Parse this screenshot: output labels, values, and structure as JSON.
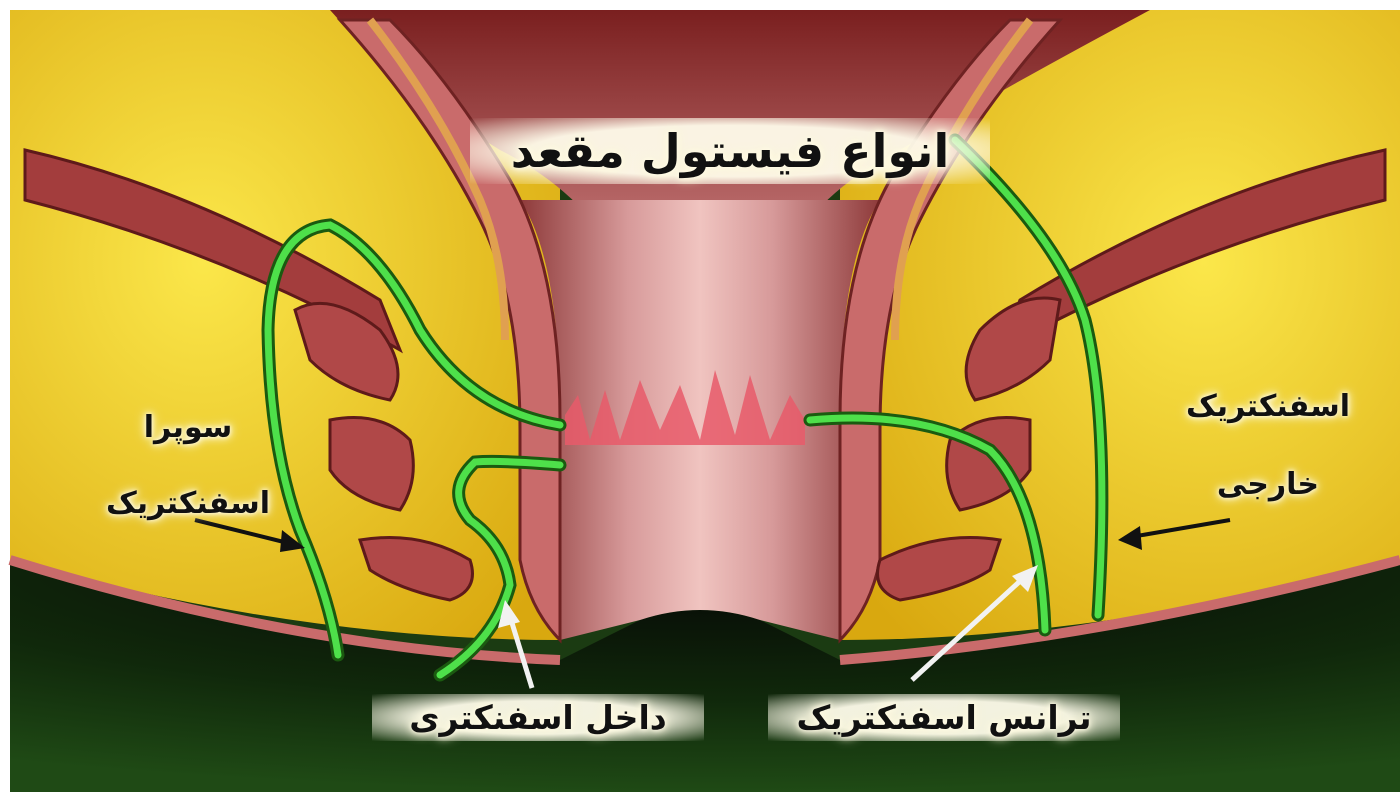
{
  "title": "انواع فیستول مقعد",
  "labels": {
    "supra_line1": "سوپرا",
    "supra_line2": "اسفنکتریک",
    "extra_line1": "اسفنکتریک",
    "extra_line2": "خارجی",
    "intra": "داخل اسفنکتری",
    "trans": "ترانس اسفنکتریک"
  },
  "colors": {
    "fat": "#f4d21c",
    "muscle": "#9b3a3a",
    "canal": "#c77a7a",
    "fistula_tract": "#3fd13f",
    "dentate_line": "#e84b5b",
    "background_bottom": "#173a10"
  }
}
